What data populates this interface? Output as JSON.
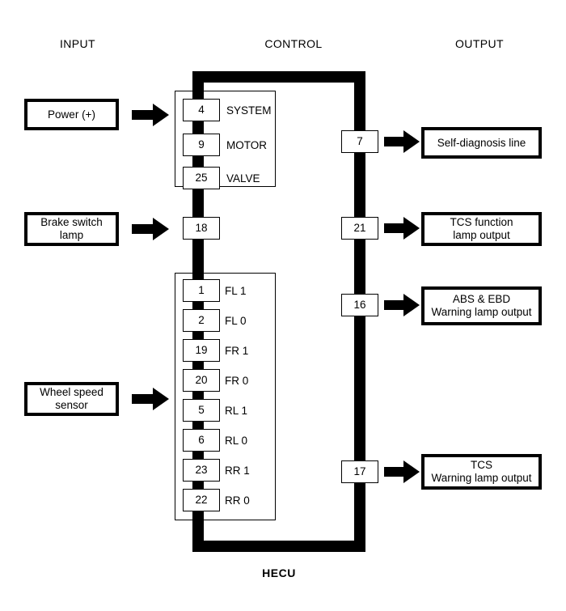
{
  "headers": {
    "input": "INPUT",
    "control": "CONTROL",
    "output": "OUTPUT"
  },
  "caption": "HECU",
  "input_blocks": [
    {
      "label": "Power (+)"
    },
    {
      "label": "Brake switch\nlamp"
    },
    {
      "label": "Wheel speed\nsensor"
    }
  ],
  "power_group": {
    "pins": [
      {
        "number": "4",
        "label": "SYSTEM"
      },
      {
        "number": "9",
        "label": "MOTOR"
      },
      {
        "number": "25",
        "label": "VALVE"
      }
    ]
  },
  "brake_group": {
    "pins": [
      {
        "number": "18",
        "label": ""
      }
    ]
  },
  "wheel_group": {
    "pins": [
      {
        "number": "1",
        "label": "FL 1"
      },
      {
        "number": "2",
        "label": "FL 0"
      },
      {
        "number": "19",
        "label": "FR 1"
      },
      {
        "number": "20",
        "label": "FR 0"
      },
      {
        "number": "5",
        "label": "RL 1"
      },
      {
        "number": "6",
        "label": "RL 0"
      },
      {
        "number": "23",
        "label": "RR 1"
      },
      {
        "number": "22",
        "label": "RR 0"
      }
    ]
  },
  "output_rows": [
    {
      "number": "7",
      "label": "Self-diagnosis line"
    },
    {
      "number": "21",
      "label": "TCS function\nlamp output"
    },
    {
      "number": "16",
      "label": "ABS & EBD\nWarning lamp output"
    },
    {
      "number": "17",
      "label": "TCS\nWarning lamp output"
    }
  ],
  "colors": {
    "line": "#000000",
    "background": "#ffffff"
  }
}
